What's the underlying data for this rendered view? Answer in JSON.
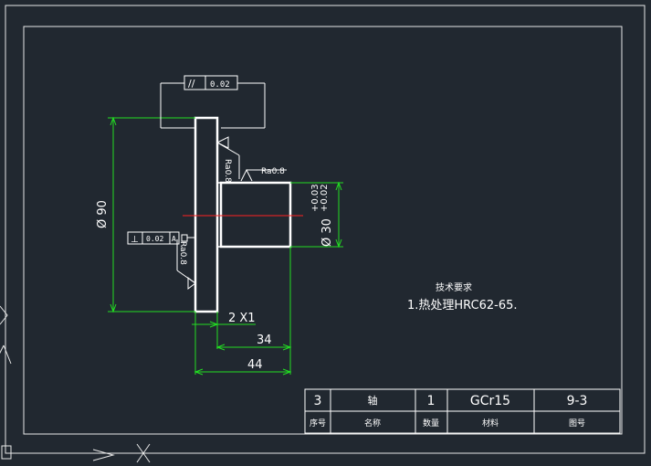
{
  "colors": {
    "background": "#212830",
    "frame": "#e8e8e8",
    "part_outline": "#ffffff",
    "dimension": "#22dd22",
    "centerline": "#ff2222",
    "text": "#ffffff"
  },
  "dimensions": {
    "flange_diameter": "Ø 90",
    "shaft_diameter": "Ø 30",
    "shaft_tol_upper": "+0.03",
    "shaft_tol_lower": "+0.02",
    "chamfer": "2 X1",
    "length_inner": "34",
    "length_total": "44"
  },
  "roughness": {
    "top": "Ra0.8",
    "side": "Ra0.8",
    "lower": "Ra0.8"
  },
  "tolerances": {
    "parallelism": {
      "symbol": "//",
      "value": "0.02"
    },
    "perpendicularity": {
      "symbol": "⊥",
      "value": "0.02",
      "datum": "A"
    }
  },
  "technical_requirements": {
    "heading": "技术要求",
    "item": "1.热处理HRC62-65."
  },
  "title_block": {
    "row1": [
      "3",
      "轴",
      "1",
      "GCr15",
      "9-3"
    ],
    "row2": [
      "序号",
      "名称",
      "数量",
      "材料",
      "图号"
    ]
  }
}
